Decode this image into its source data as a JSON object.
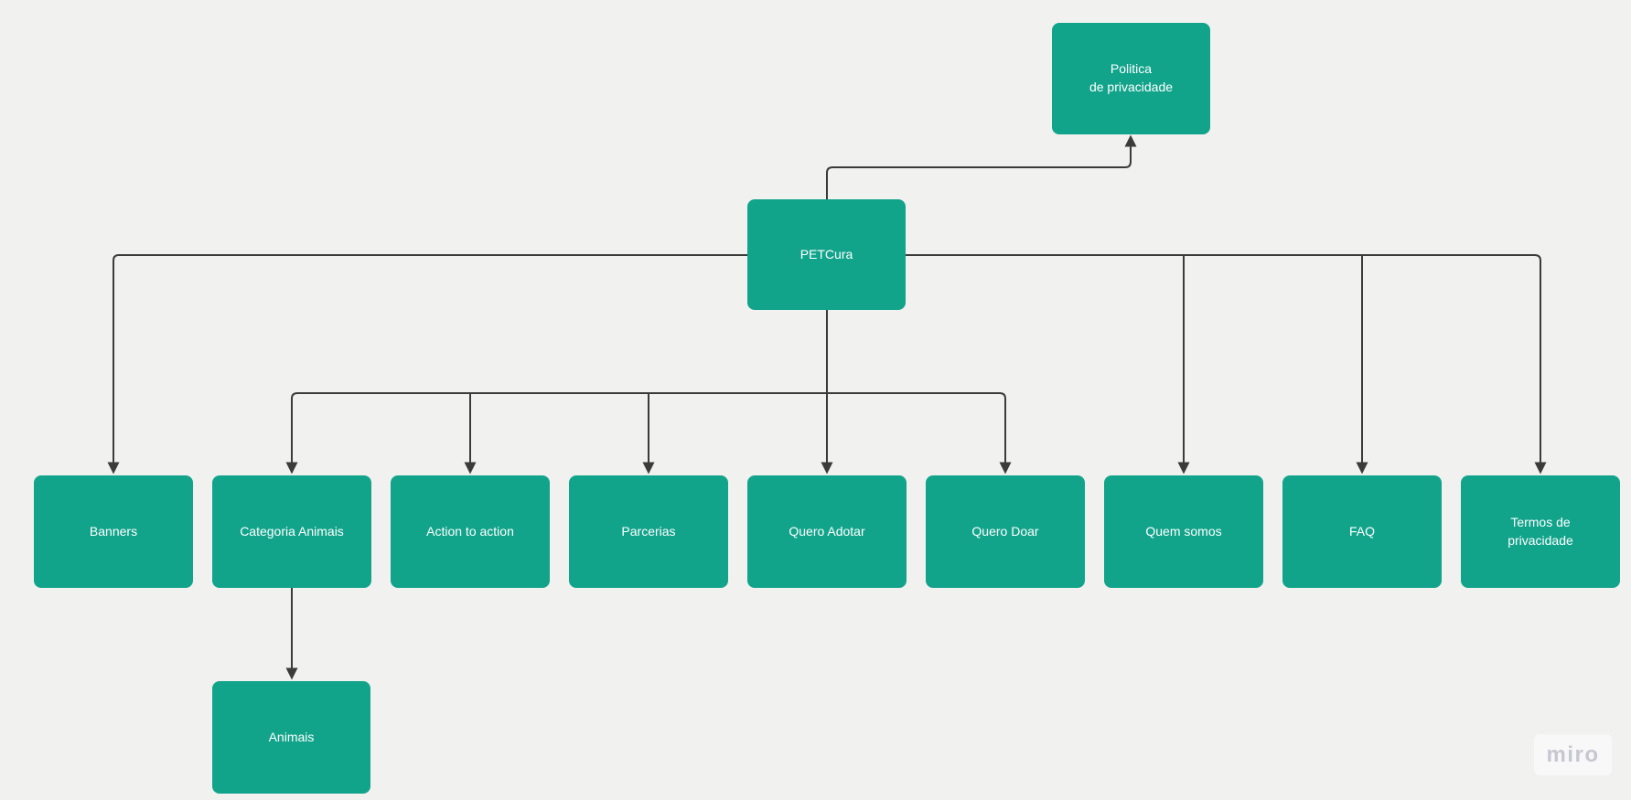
{
  "canvas": {
    "background_color": "#f1f1f0",
    "node_fill_color": "#12a48b",
    "node_text_color": "#ffffff",
    "connector_color": "#3b3b3b"
  },
  "nodes": {
    "politica": {
      "label": "Politica\nde privacidade"
    },
    "petcura": {
      "label": "PETCura"
    },
    "banners": {
      "label": "Banners"
    },
    "categoria": {
      "label": "Categoria Animais"
    },
    "action": {
      "label": "Action to action"
    },
    "parcerias": {
      "label": "Parcerias"
    },
    "quero_adotar": {
      "label": "Quero Adotar"
    },
    "quero_doar": {
      "label": "Quero Doar"
    },
    "quem_somos": {
      "label": "Quem somos"
    },
    "faq": {
      "label": "FAQ"
    },
    "termos": {
      "label": "Termos de\nprivacidade"
    },
    "animais": {
      "label": "Animais"
    }
  },
  "edges": [
    {
      "from": "petcura",
      "to": "politica"
    },
    {
      "from": "petcura",
      "to": "banners"
    },
    {
      "from": "petcura",
      "to": "categoria"
    },
    {
      "from": "petcura",
      "to": "action"
    },
    {
      "from": "petcura",
      "to": "parcerias"
    },
    {
      "from": "petcura",
      "to": "quero_adotar"
    },
    {
      "from": "petcura",
      "to": "quero_doar"
    },
    {
      "from": "petcura",
      "to": "quem_somos"
    },
    {
      "from": "petcura",
      "to": "faq"
    },
    {
      "from": "petcura",
      "to": "termos"
    },
    {
      "from": "categoria",
      "to": "animais"
    }
  ],
  "watermark": {
    "label": "miro"
  }
}
